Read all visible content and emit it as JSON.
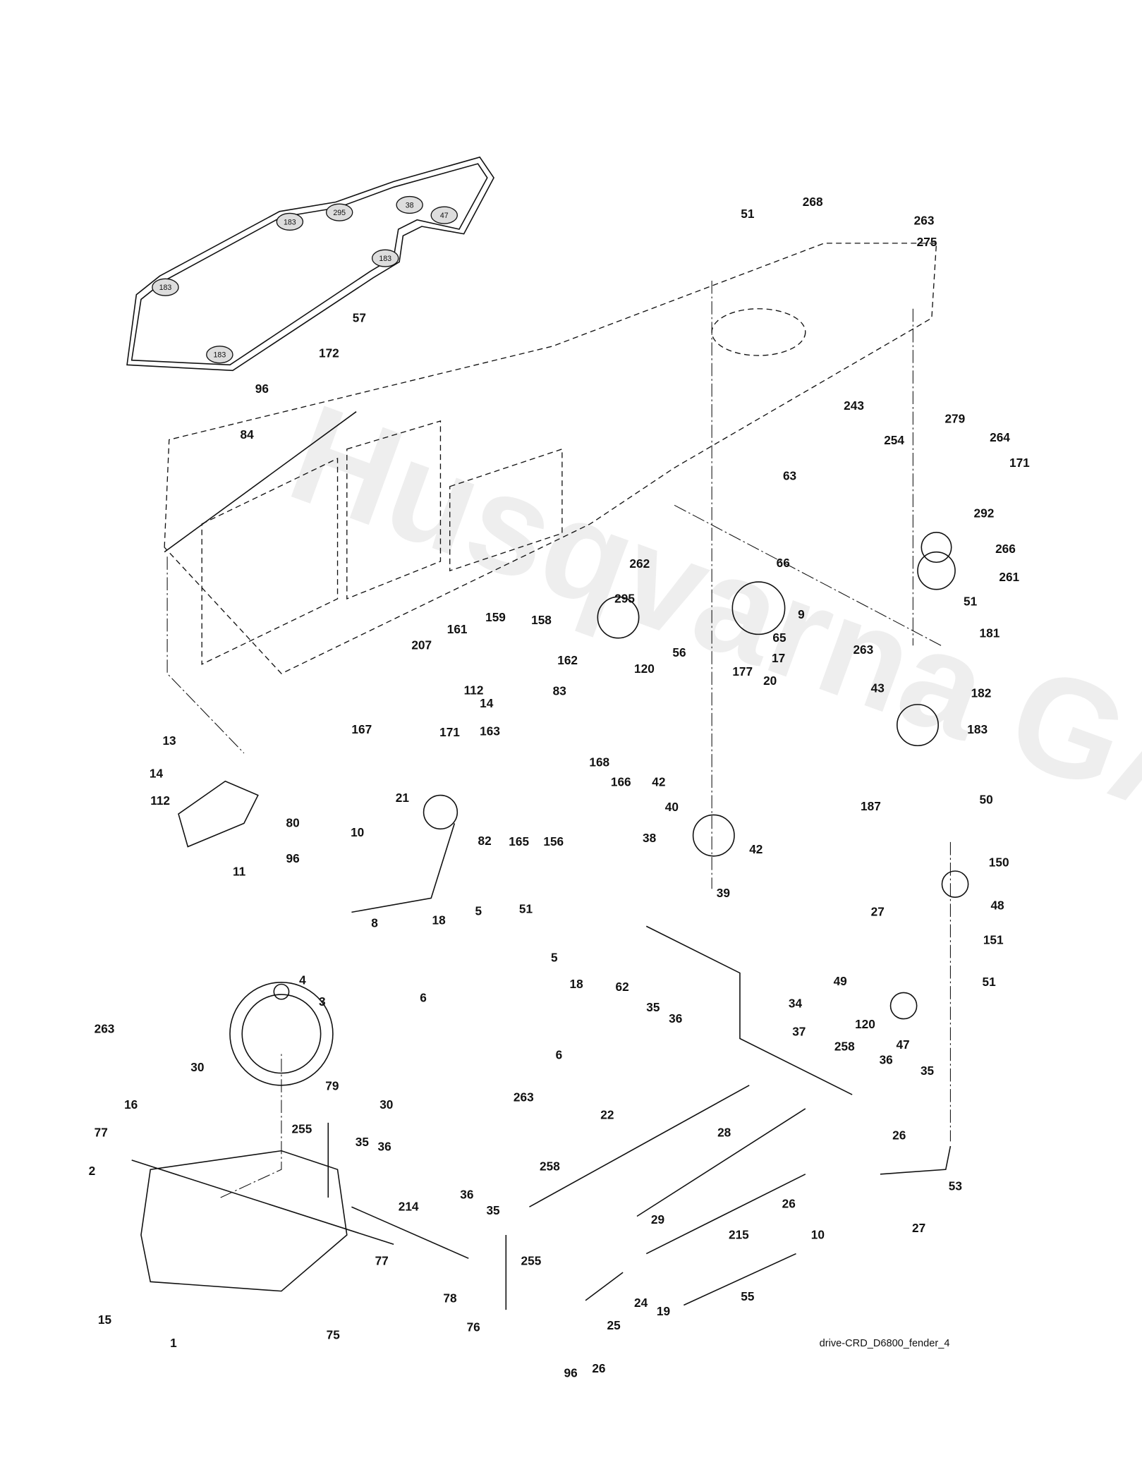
{
  "diagram": {
    "caption": "drive-CRD_D6800_fender_4",
    "watermark": "Husqvarna GARDEN",
    "belt_labels": [
      "183",
      "295",
      "38",
      "47",
      "183",
      "183",
      "183"
    ],
    "labels": [
      "57",
      "172",
      "96",
      "84",
      "51",
      "268",
      "263",
      "275",
      "243",
      "254",
      "63",
      "279",
      "264",
      "171",
      "292",
      "266",
      "261",
      "51",
      "262",
      "66",
      "295",
      "9",
      "159",
      "158",
      "161",
      "207",
      "120",
      "56",
      "65",
      "17",
      "20",
      "263",
      "181",
      "162",
      "112",
      "14",
      "43",
      "182",
      "83",
      "177",
      "167",
      "171",
      "163",
      "168",
      "166",
      "183",
      "42",
      "13",
      "14",
      "112",
      "21",
      "40",
      "187",
      "50",
      "80",
      "82",
      "165",
      "156",
      "38",
      "42",
      "96",
      "11",
      "10",
      "150",
      "39",
      "27",
      "48",
      "8",
      "18",
      "5",
      "51",
      "5",
      "18",
      "6",
      "6",
      "62",
      "35",
      "36",
      "34",
      "151",
      "49",
      "51",
      "120",
      "47",
      "4",
      "3",
      "263",
      "30",
      "16",
      "79",
      "37",
      "258",
      "36",
      "35",
      "30",
      "263",
      "22",
      "28",
      "26",
      "53",
      "77",
      "255",
      "35",
      "36",
      "2",
      "258",
      "214",
      "36",
      "35",
      "26",
      "29",
      "10",
      "215",
      "27",
      "15",
      "77",
      "255",
      "78",
      "76",
      "75",
      "1",
      "25",
      "24",
      "19",
      "55",
      "96",
      "26"
    ]
  }
}
